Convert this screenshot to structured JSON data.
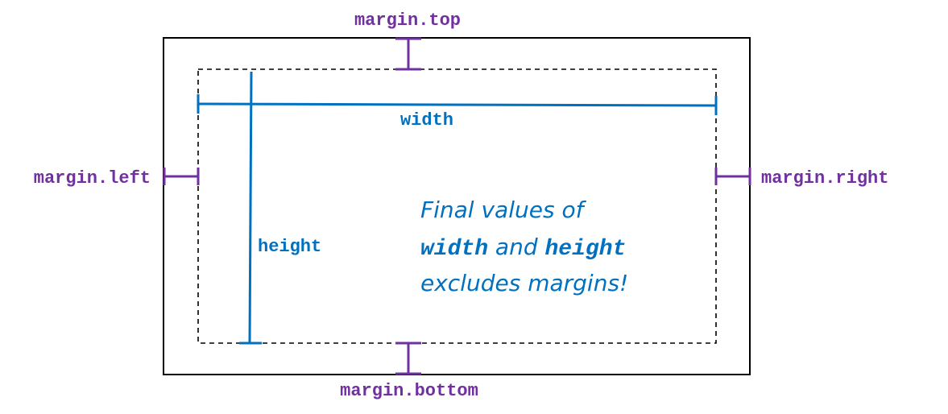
{
  "labels": {
    "margin_top": "margin.top",
    "margin_bottom": "margin.bottom",
    "margin_left": "margin.left",
    "margin_right": "margin.right",
    "width": "width",
    "height": "height"
  },
  "note": {
    "line1": "Final values of",
    "line2_code1": "width",
    "line2_mid": " and ",
    "line2_code2": "height",
    "line3": "excludes margins!"
  },
  "colors": {
    "margin": "#7030a0",
    "dimension": "#0070c0",
    "frame": "#000000"
  }
}
